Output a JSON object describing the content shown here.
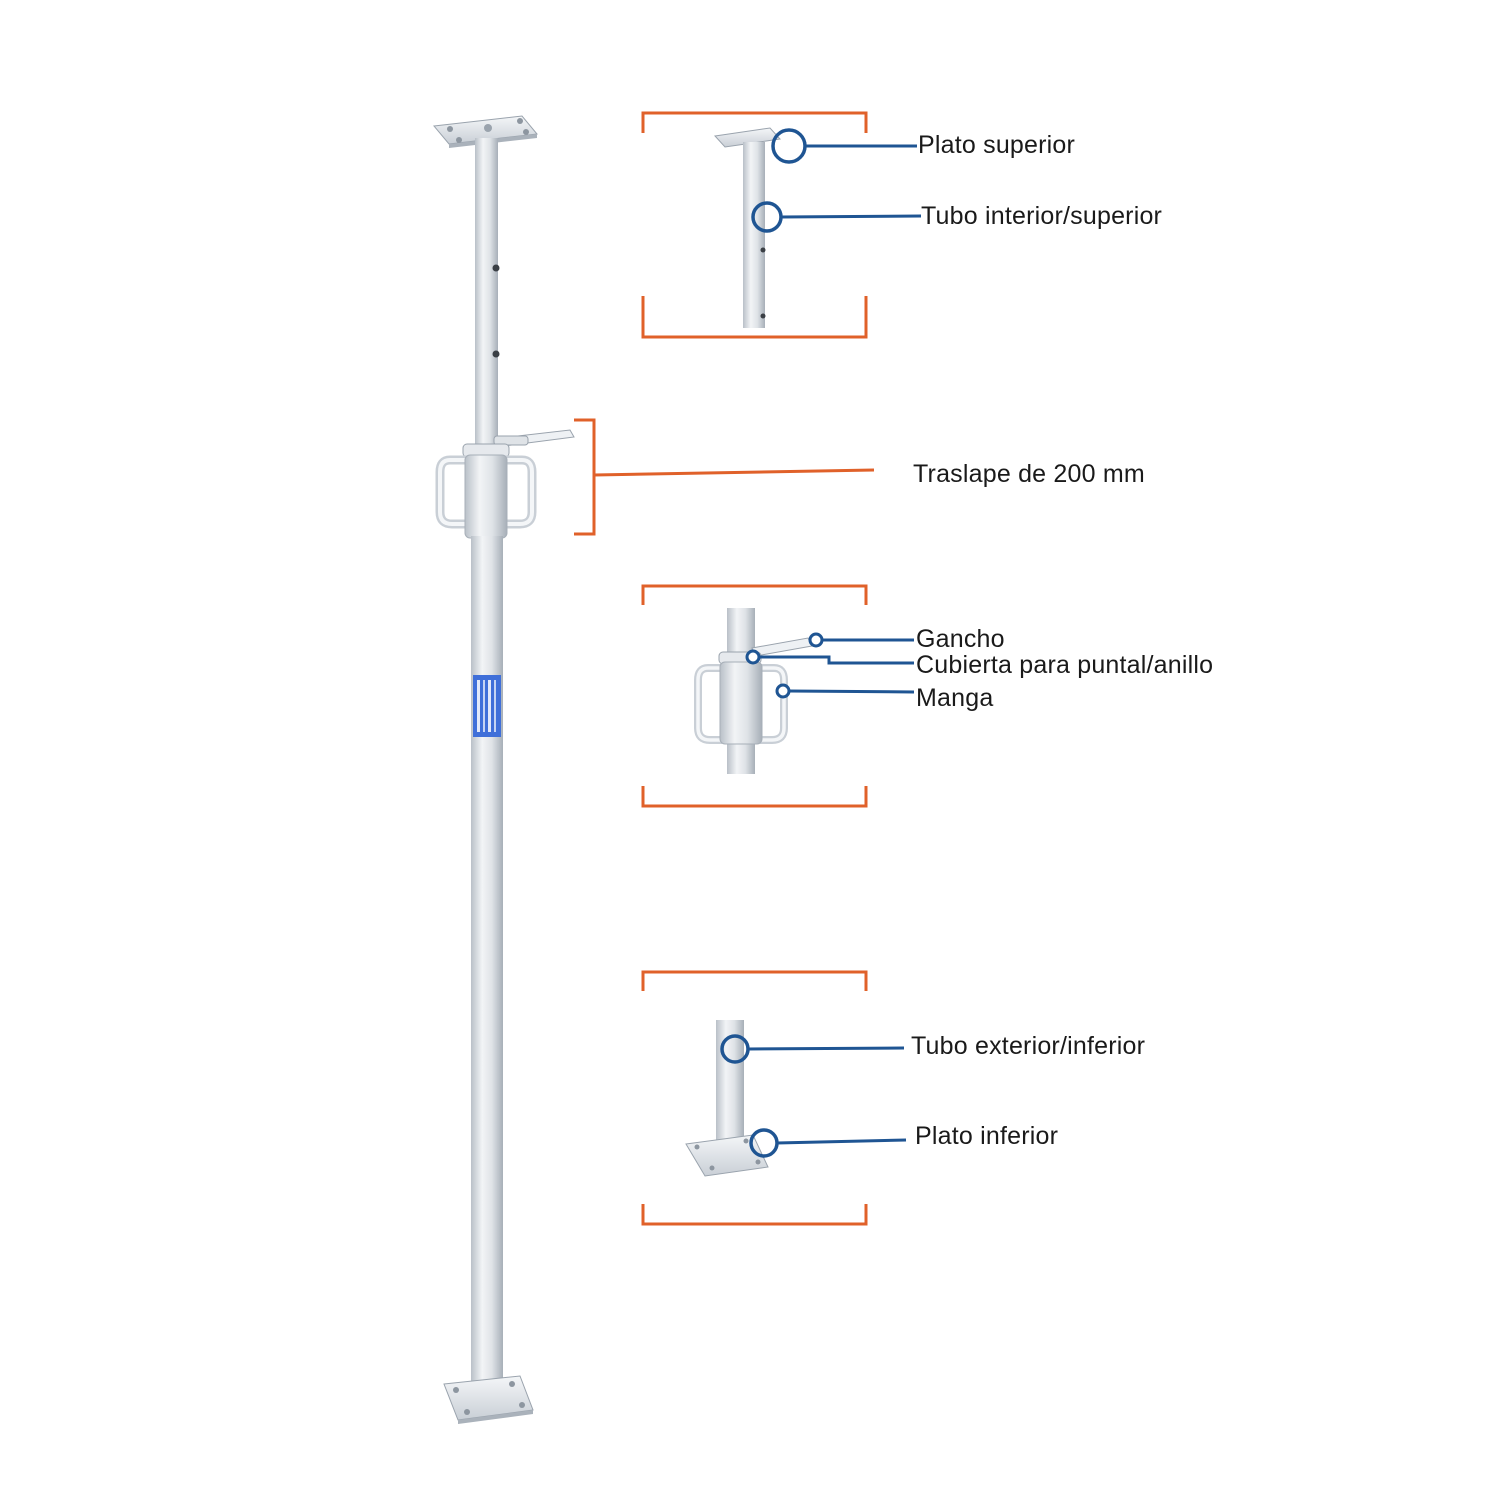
{
  "labels": {
    "plato_superior": "Plato superior",
    "tubo_interior": "Tubo interior/superior",
    "traslape": "Traslape de 200 mm",
    "gancho": "Gancho",
    "cubierta": "Cubierta para puntal/anillo",
    "manga": "Manga",
    "tubo_exterior": "Tubo exterior/inferior",
    "plato_inferior": "Plato inferior"
  },
  "colors": {
    "bracket": "#e0612a",
    "leader": "#1f5593",
    "steel_light": "#eef1f4",
    "steel_mid": "#cdd3d9",
    "steel_dark": "#9aa3ad",
    "sticker": "#3f6fd9"
  }
}
